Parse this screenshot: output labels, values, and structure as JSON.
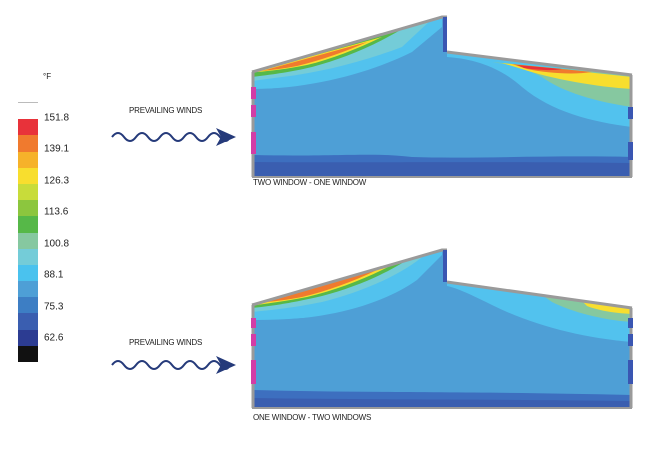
{
  "legend": {
    "unit": "°F",
    "labels": [
      "151.8",
      "139.1",
      "126.3",
      "113.6",
      "100.8",
      "88.1",
      "75.3",
      "62.6"
    ],
    "colors": [
      "#ffffff",
      "#e8323a",
      "#f07a2e",
      "#f6b22a",
      "#f8de2e",
      "#c8dc3a",
      "#8cc63e",
      "#56b848",
      "#86c8a0",
      "#74ccd8",
      "#4ac2ee",
      "#4e9fd6",
      "#3d7ec4",
      "#3a5eb0",
      "#2c3c92",
      "#111111"
    ]
  },
  "panels": [
    {
      "wind_label": "PREVAILING WINDS",
      "caption": "TWO WINDOW - ONE WINDOW"
    },
    {
      "wind_label": "PREVAILING WINDS",
      "caption": "ONE WINDOW - TWO WINDOWS"
    }
  ],
  "colors": {
    "arrow": "#253a7a",
    "room_base": "#4e9fd6",
    "floor_layer": "#3d6fbf",
    "cool_plume": "#52c2ee",
    "roof_gray": "#9a9a9a",
    "window_magenta": "#d23da6",
    "window_blue": "#3a56b2"
  }
}
